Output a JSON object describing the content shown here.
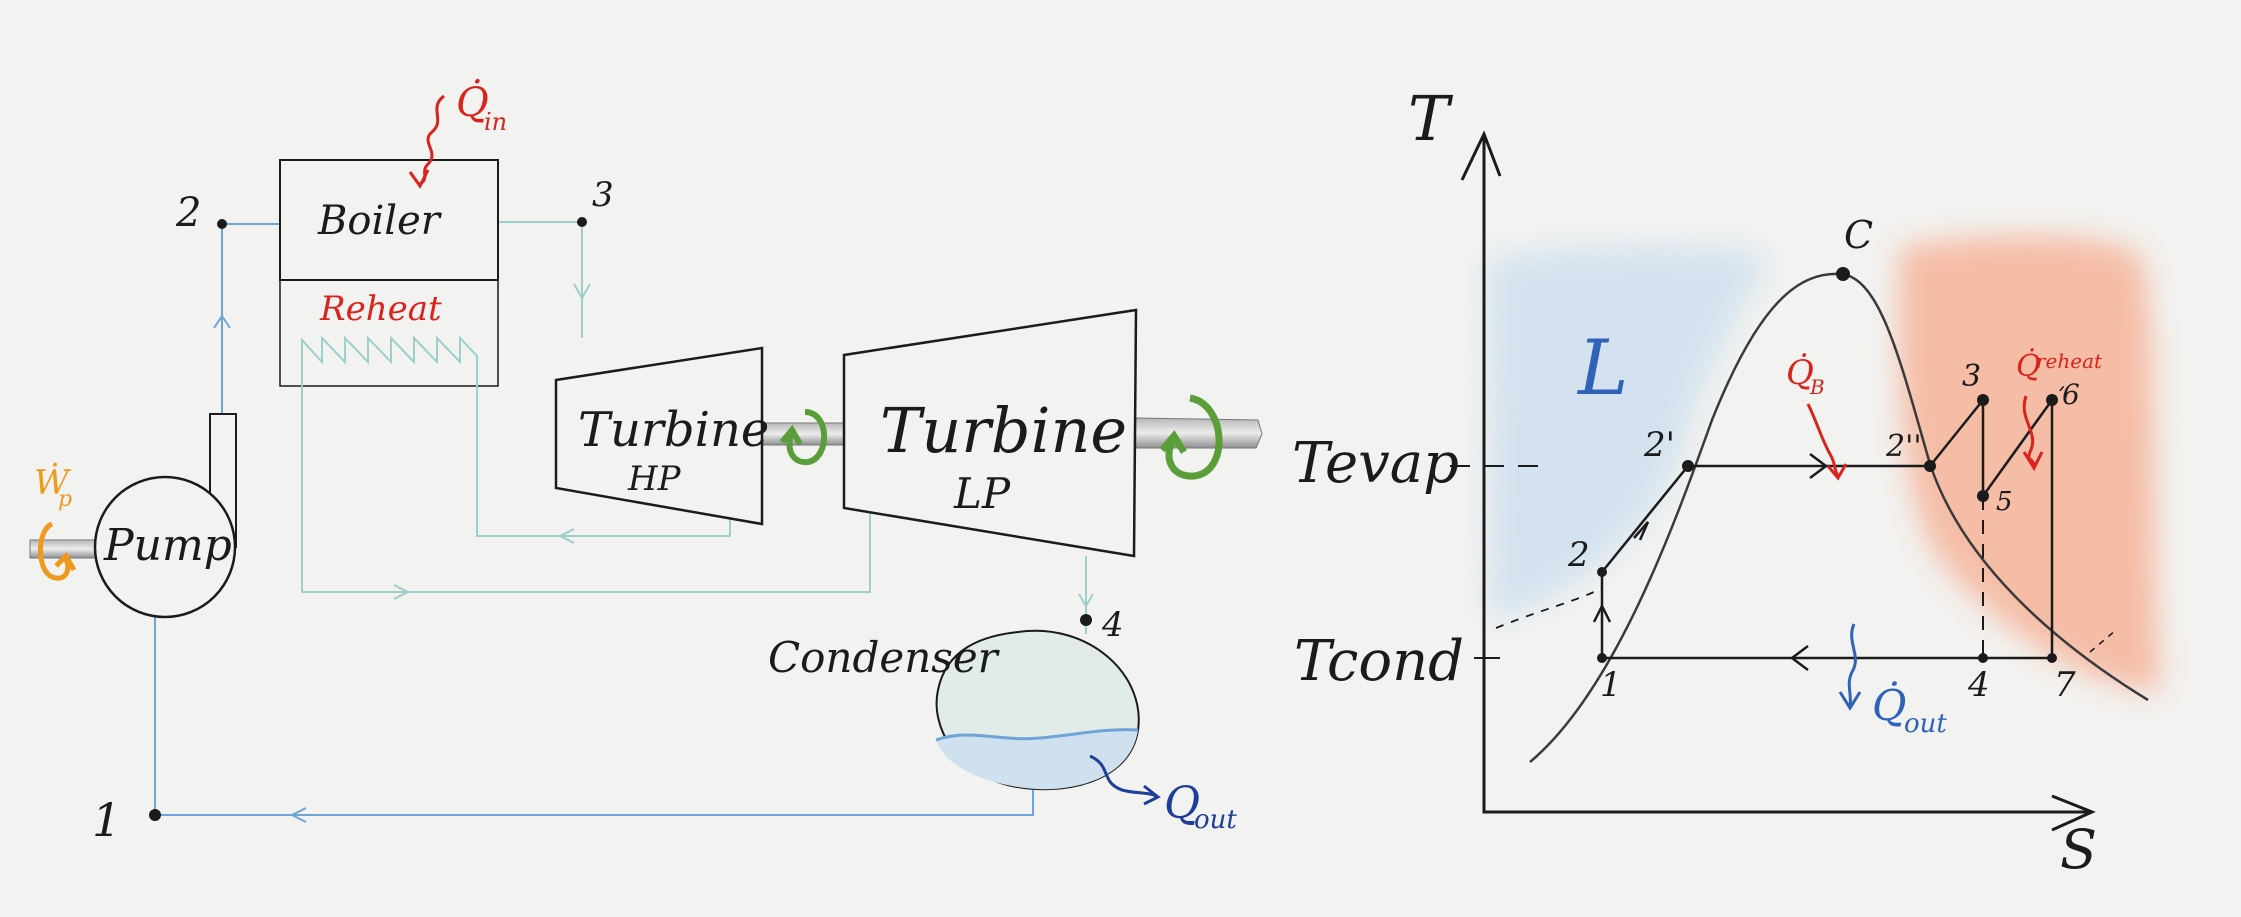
{
  "colors": {
    "ink": "#1b1b1b",
    "pipe": "#6fa4d8",
    "pipe_light": "#9fcfcc",
    "heat_in": "#d8241c",
    "heat_out": "#1f3e9a",
    "work": "#ee9a1e",
    "shaft_rotation": "#5a9e3a",
    "liquid_region": "#cfe0ef",
    "superheat_region": "#f6b79e"
  },
  "cycle": {
    "state_labels": {
      "s1": "1",
      "s2": "2",
      "s3": "3",
      "s4": "4"
    },
    "boiler": {
      "label": "Boiler"
    },
    "reheat": {
      "label": "Reheat"
    },
    "turbine_hp": {
      "title": "Turbine",
      "subtitle": "HP"
    },
    "turbine_lp": {
      "title": "Turbine",
      "subtitle": "LP"
    },
    "pump": {
      "label": "Pump",
      "work_symbol": "Ẇ",
      "work_subscript": "p"
    },
    "condenser": {
      "label": "Condenser",
      "heat_symbol": "Q",
      "heat_subscript": "out"
    },
    "heat_in": {
      "symbol": "Q̇",
      "subscript": "in"
    }
  },
  "ts_diagram": {
    "axis_y": "T",
    "axis_x": "S",
    "region_liquid": "L",
    "critical_point": "C",
    "t_evap": "Tevap",
    "t_cond": "Tcond",
    "points": {
      "p1": "1",
      "p2": "2",
      "p2prime": "2'",
      "p2pp": "2''",
      "p3": "3",
      "p4": "4",
      "p5": "5",
      "p6": "6",
      "p7": "7"
    },
    "heat_b": {
      "symbol": "Q̇",
      "subscript": "B"
    },
    "heat_reheat": {
      "symbol": "Q̇",
      "subscript": "reheat"
    },
    "heat_out": {
      "symbol": "Q̇",
      "subscript": "out"
    }
  }
}
